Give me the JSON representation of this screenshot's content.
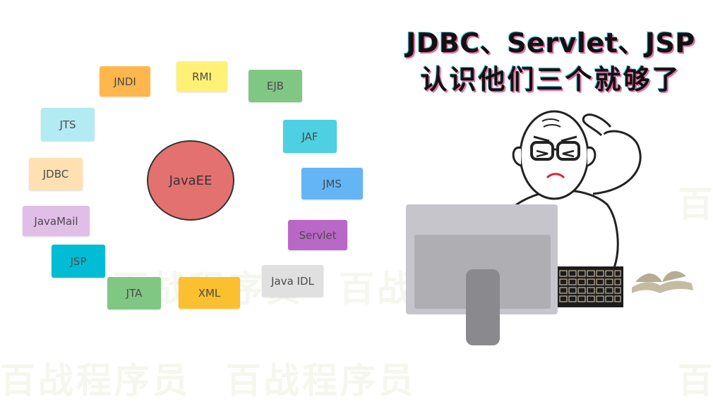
{
  "headline": {
    "line1": "JDBC、Servlet、JSP",
    "line2": "认识他们三个就够了"
  },
  "center_node": {
    "label": "JavaEE",
    "color": "#e37170"
  },
  "tags": [
    {
      "id": "jndi",
      "label": "JNDI",
      "color": "#ffb74d"
    },
    {
      "id": "rmi",
      "label": "RMI",
      "color": "#fff176"
    },
    {
      "id": "ejb",
      "label": "EJB",
      "color": "#81c784"
    },
    {
      "id": "jts",
      "label": "JTS",
      "color": "#b2ebf2"
    },
    {
      "id": "jaf",
      "label": "JAF",
      "color": "#4dd0e1"
    },
    {
      "id": "jdbc",
      "label": "JDBC",
      "color": "#ffe0b2"
    },
    {
      "id": "jms",
      "label": "JMS",
      "color": "#64b5f6"
    },
    {
      "id": "javamail",
      "label": "JavaMail",
      "color": "#e1bee7"
    },
    {
      "id": "servlet",
      "label": "Servlet",
      "color": "#ba68c8"
    },
    {
      "id": "jsp",
      "label": "JSP",
      "color": "#00bcd4"
    },
    {
      "id": "javaidl",
      "label": "Java IDL",
      "color": "#e0e0e0"
    },
    {
      "id": "jta",
      "label": "JTA",
      "color": "#81c784"
    },
    {
      "id": "xml",
      "label": "XML",
      "color": "#fbc02d"
    }
  ],
  "watermark": {
    "text": "百战程序员"
  }
}
